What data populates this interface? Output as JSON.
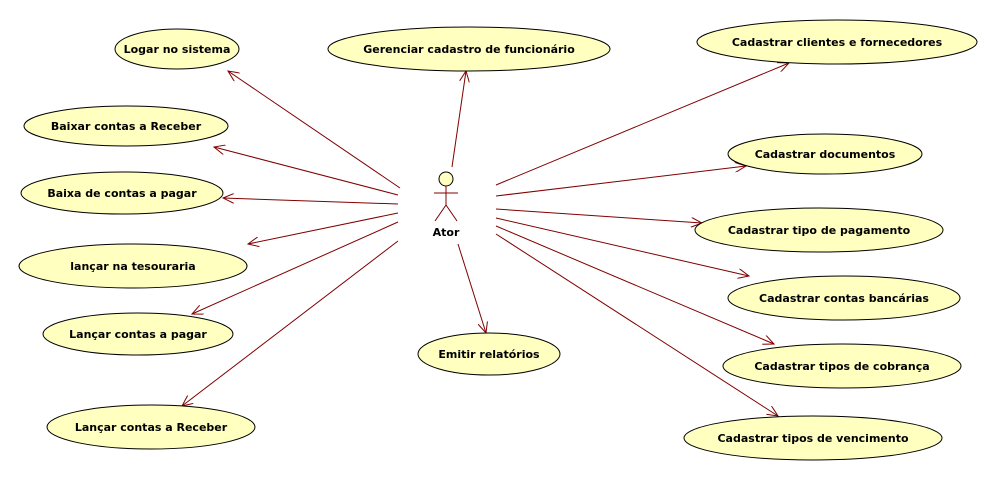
{
  "colors": {
    "ellipse_fill": "#ffffc0",
    "ellipse_stroke": "#000000",
    "association_line": "#800000",
    "actor_fill": "#ffffc0"
  },
  "actor": {
    "label": "Ator",
    "icon": "stick-figure-icon"
  },
  "use_cases": [
    {
      "id": "logar",
      "label": "Logar no sistema"
    },
    {
      "id": "gerenciar",
      "label": "Gerenciar cadastro de funcionário"
    },
    {
      "id": "clientes",
      "label": "Cadastrar clientes e fornecedores"
    },
    {
      "id": "baixar-receber",
      "label": "Baixar contas a Receber"
    },
    {
      "id": "documentos",
      "label": "Cadastrar documentos"
    },
    {
      "id": "baixa-pagar",
      "label": "Baixa de contas a pagar"
    },
    {
      "id": "tipo-pagamento",
      "label": "Cadastrar tipo de pagamento"
    },
    {
      "id": "tesouraria",
      "label": "lançar na tesouraria"
    },
    {
      "id": "contas-bancarias",
      "label": "Cadastrar contas bancárias"
    },
    {
      "id": "lancar-pagar",
      "label": "Lançar contas a pagar"
    },
    {
      "id": "relatorios",
      "label": "Emitir relatórios"
    },
    {
      "id": "cobranca",
      "label": "Cadastrar tipos de cobrança"
    },
    {
      "id": "lancar-receber",
      "label": "Lançar contas a Receber"
    },
    {
      "id": "vencimento",
      "label": "Cadastrar tipos de vencimento"
    }
  ]
}
